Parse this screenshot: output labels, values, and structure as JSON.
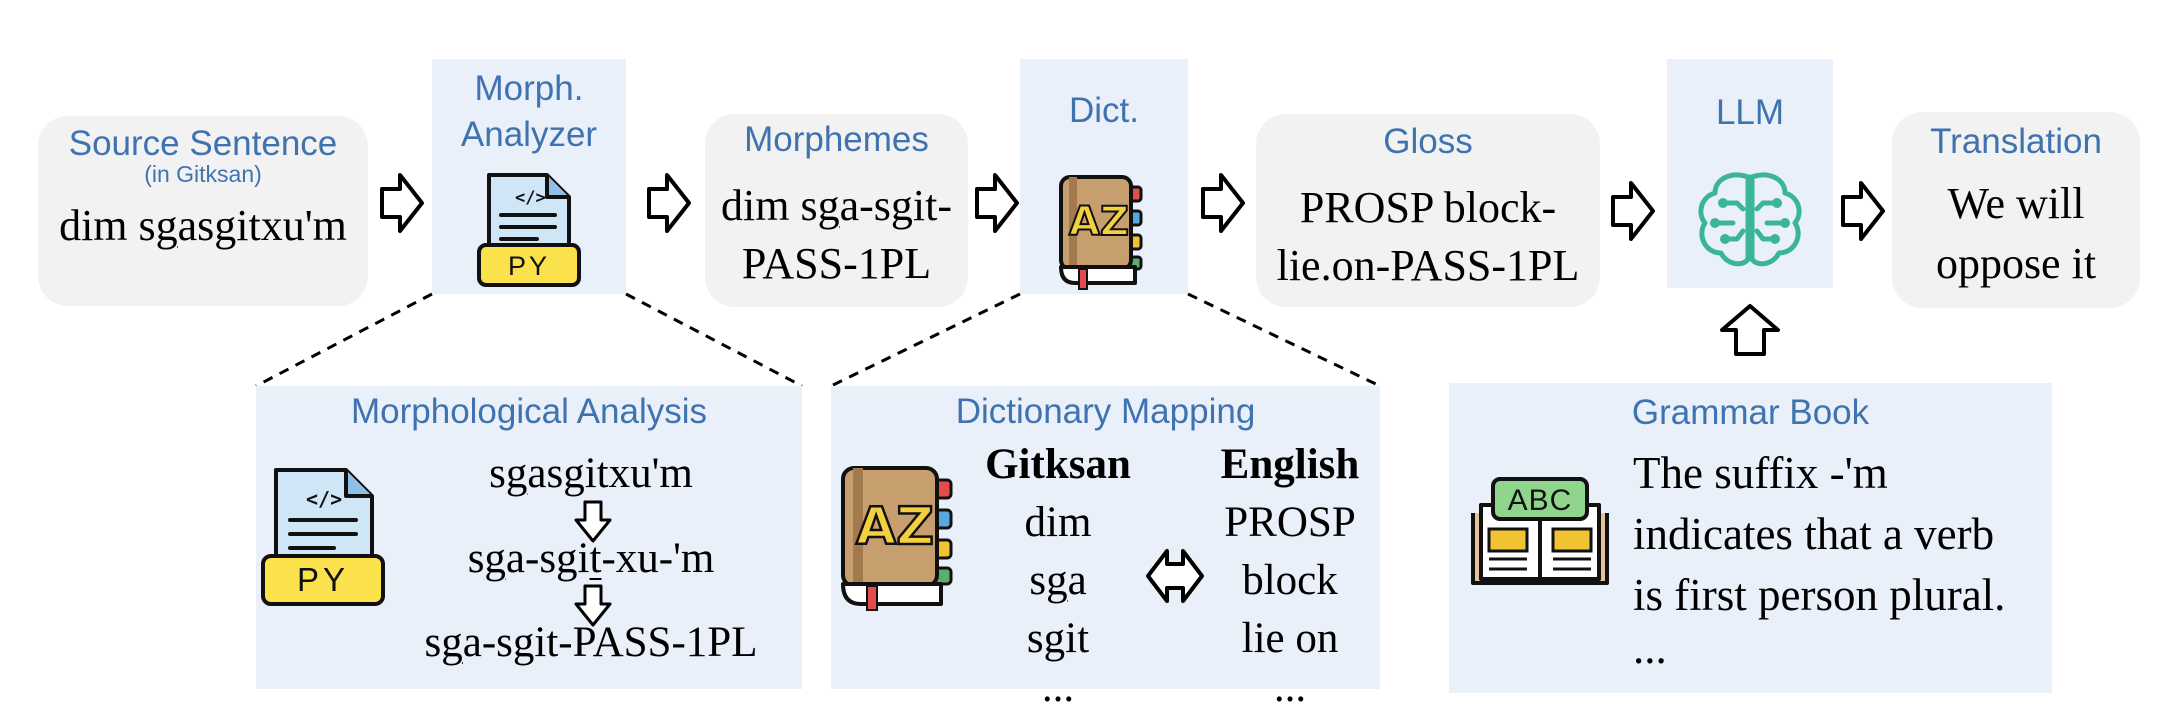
{
  "source": {
    "title": "Source Sentence",
    "subtitle": "(in Gitksan)",
    "sentence_pre": "dim s",
    "sentence_u": "g",
    "sentence_post": "asgitxu'm"
  },
  "analyzer": {
    "title_line1": "Morph.",
    "title_line2": "Analyzer",
    "badge": "PY"
  },
  "morphemes": {
    "title": "Morphemes",
    "line1_pre": "dim s",
    "line1_u": "g",
    "line1_post": "a-sgit-",
    "line2": "PASS-1PL"
  },
  "dict": {
    "title": "Dict.",
    "icon_letters": "AZ"
  },
  "gloss": {
    "title": "Gloss",
    "line1": "PROSP block-",
    "line2": "lie.on-PASS-1PL"
  },
  "llm": {
    "title": "LLM"
  },
  "translation": {
    "title": "Translation",
    "line1": "We will",
    "line2": "oppose it"
  },
  "morph_analysis": {
    "title": "Morphological Analysis",
    "badge": "PY",
    "step1_pre": "s",
    "step1_u": "g",
    "step1_post": "asgitxu'm",
    "step2_pre": "s",
    "step2_u": "g",
    "step2_mid": "a-sgi",
    "step2_u2": "t",
    "step2_post": "-xu-'m",
    "step3_pre": "s",
    "step3_u": "g",
    "step3_post": "a-sgit-PASS-1PL"
  },
  "dict_mapping": {
    "title": "Dictionary Mapping",
    "icon_letters": "AZ",
    "gitksan": {
      "header": "Gitksan",
      "row1": "dim",
      "row2_pre": "s",
      "row2_u": "g",
      "row2_post": "a",
      "row3": "sgit",
      "row4": "..."
    },
    "english": {
      "header": "English",
      "row1": "PROSP",
      "row2": "block",
      "row3": "lie on",
      "row4": "..."
    }
  },
  "grammar_book": {
    "title": "Grammar Book",
    "icon_letters": "ABC",
    "lines": [
      "The suffix -'m",
      "indicates that a verb",
      "is first person plural.",
      "..."
    ]
  },
  "colors": {
    "title_blue": "#3f73b0",
    "panel_blue": "#e9f0f9",
    "panel_gray": "#f2f2f2",
    "llm_teal": "#3bb59a"
  }
}
